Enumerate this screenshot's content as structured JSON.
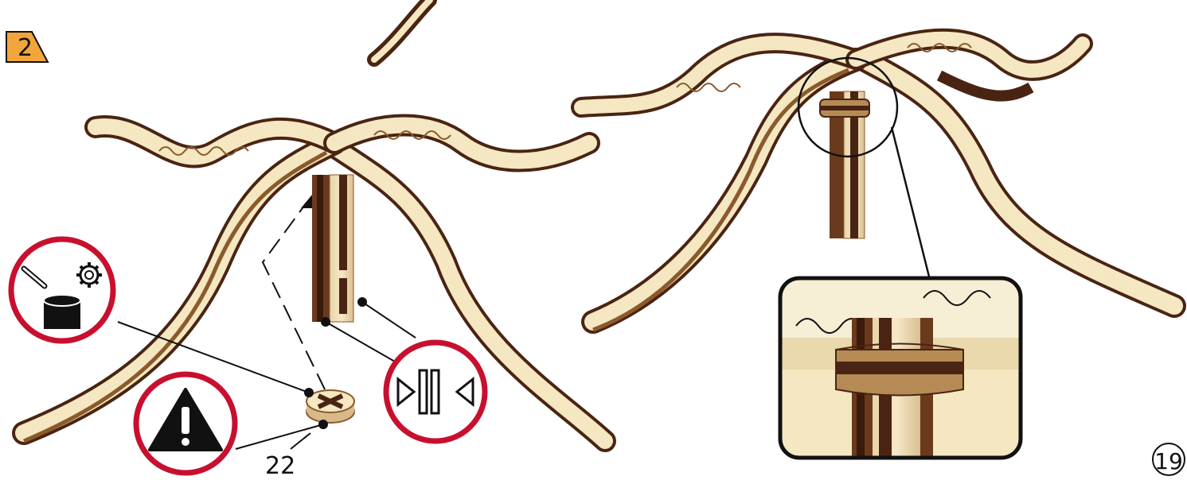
{
  "step": {
    "number": "2",
    "badge_color": "#f2a53a"
  },
  "part": {
    "number": "22"
  },
  "page": {
    "number": "19"
  },
  "icons": {
    "glue": {
      "name": "glue-icon",
      "ring_color": "#c8102e"
    },
    "settings": {
      "name": "gear-icon"
    },
    "warning": {
      "name": "warning-icon",
      "ring_color": "#c8102e"
    },
    "press_together": {
      "name": "press-together-icon",
      "ring_color": "#c8102e"
    },
    "zoom_detail": {
      "name": "zoom-detail-icon"
    }
  },
  "colors": {
    "wood_light": "#f4e7c2",
    "wood_dark": "#4a2412",
    "wood_mid": "#8a5a2b",
    "accent_red": "#c8102e"
  }
}
